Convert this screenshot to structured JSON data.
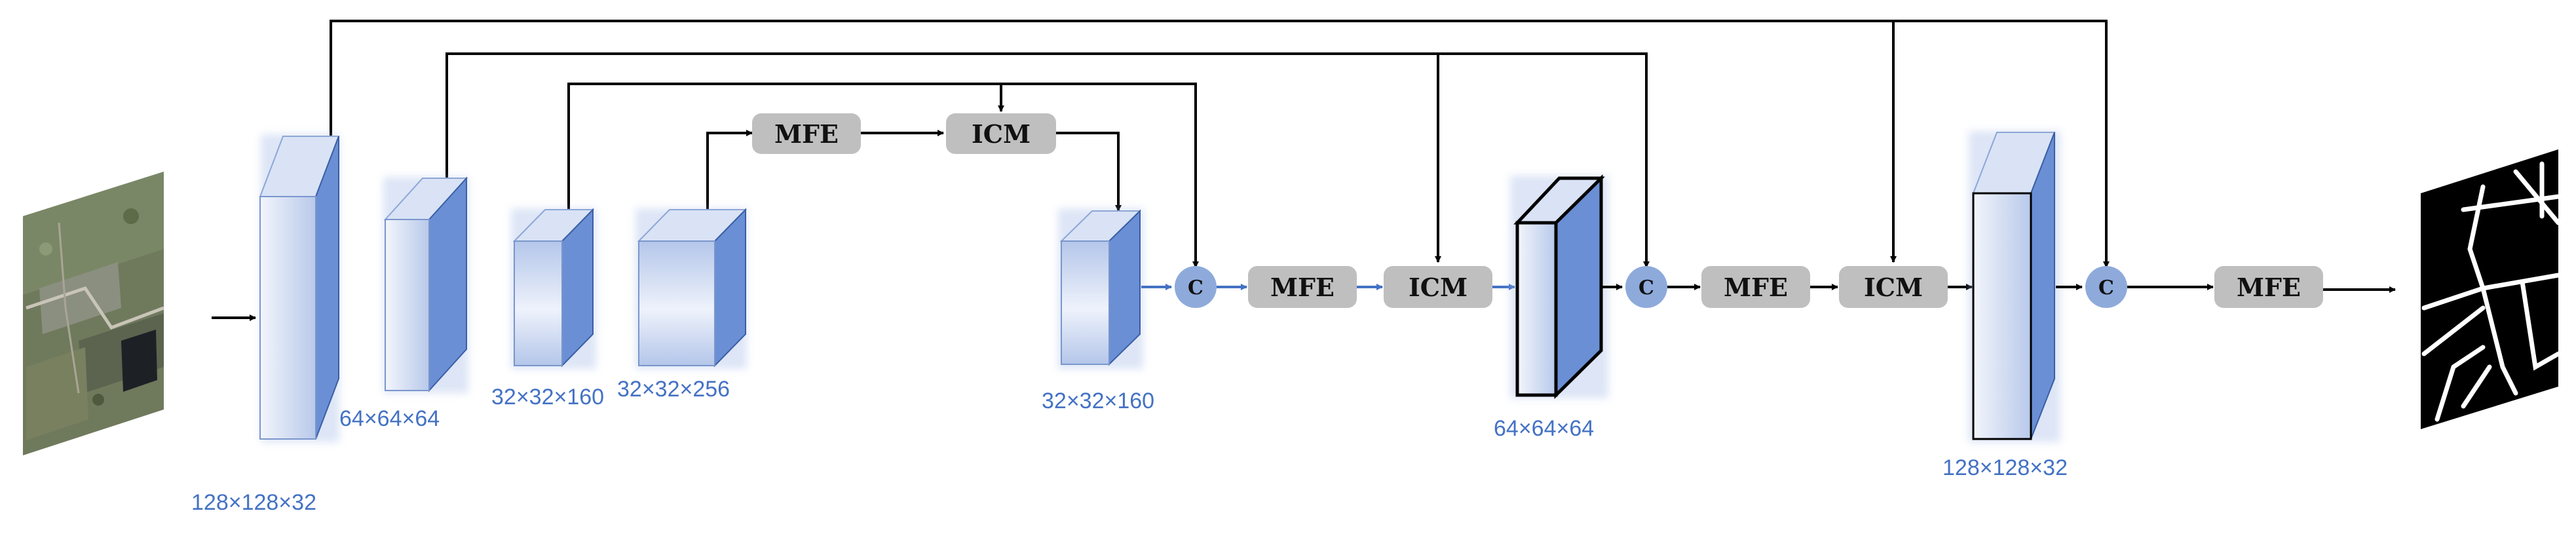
{
  "diagram": {
    "dims": {
      "enc1": "128×128×32",
      "enc2": "64×64×64",
      "enc3": "32×32×160",
      "enc4": "32×32×256",
      "bottleneck": "32×32×160",
      "dec1": "64×64×64",
      "dec2": "128×128×32"
    },
    "modules": {
      "mfe": "MFE",
      "icm": "ICM",
      "concat": "C"
    },
    "colors": {
      "block_front": "#c5d3ee",
      "block_side": "#6a8fd4",
      "block_top": "#d9e3f5",
      "module_fill": "#bfbfbf",
      "concat_fill": "#8eaadb",
      "dim_text": "#4472c4",
      "arrow_black": "#000000",
      "arrow_blue": "#4472c4"
    },
    "icons": {
      "input": "aerial-image",
      "output": "road-mask"
    }
  }
}
